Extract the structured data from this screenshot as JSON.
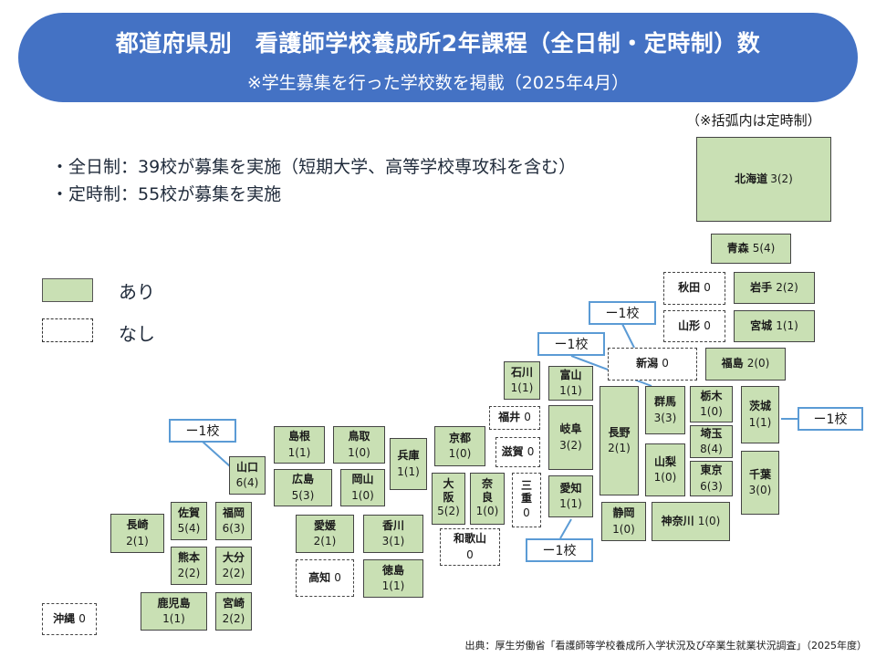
{
  "header": {
    "title": "都道府県別　看護師学校養成所2年課程（全日制・定時制）数",
    "subtitle": "※学生募集を行った学校数を掲載（2025年4月）"
  },
  "note": "（※括弧内は定時制）",
  "bullets": [
    "・全日制：39校が募集を実施（短期大学、高等学校専攻科を含む）",
    "・定時制：55校が募集を実施"
  ],
  "legend": {
    "yes_label": "あり",
    "no_label": "なし"
  },
  "prefectures": {
    "hokkaido": {
      "name": "北海道",
      "count": "3(2)"
    },
    "aomori": {
      "name": "青森",
      "count": "5(4)"
    },
    "akita": {
      "name": "秋田",
      "count": "0"
    },
    "iwate": {
      "name": "岩手",
      "count": "2(2)"
    },
    "yamagata": {
      "name": "山形",
      "count": "0"
    },
    "miyagi": {
      "name": "宮城",
      "count": "1(1)"
    },
    "niigata": {
      "name": "新潟",
      "count": "0"
    },
    "fukushima": {
      "name": "福島",
      "count": "2(0)"
    },
    "ishikawa": {
      "name": "石川",
      "count": "1(1)"
    },
    "toyama": {
      "name": "富山",
      "count": "1(1)"
    },
    "fukui": {
      "name": "福井",
      "count": "0"
    },
    "shiga": {
      "name": "滋賀",
      "count": "0"
    },
    "gifu": {
      "name": "岐阜",
      "count": "3(2)"
    },
    "nagano": {
      "name": "長野",
      "count": "2(1)"
    },
    "gunma": {
      "name": "群馬",
      "count": "3(3)"
    },
    "tochigi": {
      "name": "栃木",
      "count": "1(0)"
    },
    "ibaraki": {
      "name": "茨城",
      "count": "1(1)"
    },
    "saitama": {
      "name": "埼玉",
      "count": "8(4)"
    },
    "yamanashi": {
      "name": "山梨",
      "count": "1(0)"
    },
    "tokyo": {
      "name": "東京",
      "count": "6(3)"
    },
    "chiba": {
      "name": "千葉",
      "count": "3(0)"
    },
    "kyoto": {
      "name": "京都",
      "count": "1(0)"
    },
    "hyogo": {
      "name": "兵庫",
      "count": "1(1)"
    },
    "osaka": {
      "name": "大\n阪",
      "count": "5(2)"
    },
    "nara": {
      "name": "奈\n良",
      "count": "1(0)"
    },
    "mie": {
      "name": "三\n重",
      "count": "0"
    },
    "aichi": {
      "name": "愛知",
      "count": "1(1)"
    },
    "shizuoka": {
      "name": "静岡",
      "count": "1(0)"
    },
    "kanagawa": {
      "name": "神奈川",
      "count": "1(0)"
    },
    "wakayama": {
      "name": "和歌山",
      "count": "0"
    },
    "shimane": {
      "name": "島根",
      "count": "1(1)"
    },
    "tottori": {
      "name": "鳥取",
      "count": "1(0)"
    },
    "hiroshima": {
      "name": "広島",
      "count": "5(3)"
    },
    "okayama": {
      "name": "岡山",
      "count": "1(0)"
    },
    "yamaguchi": {
      "name": "山口",
      "count": "6(4)"
    },
    "ehime": {
      "name": "愛媛",
      "count": "2(1)"
    },
    "kagawa": {
      "name": "香川",
      "count": "3(1)"
    },
    "kochi": {
      "name": "高知",
      "count": "0"
    },
    "tokushima": {
      "name": "徳島",
      "count": "1(1)"
    },
    "nagasaki": {
      "name": "長崎",
      "count": "2(1)"
    },
    "saga": {
      "name": "佐賀",
      "count": "5(4)"
    },
    "fukuoka": {
      "name": "福岡",
      "count": "6(3)"
    },
    "kumamoto": {
      "name": "熊本",
      "count": "2(2)"
    },
    "oita": {
      "name": "大分",
      "count": "2(2)"
    },
    "kagoshima": {
      "name": "鹿児島",
      "count": "1(1)"
    },
    "miyazaki": {
      "name": "宮崎",
      "count": "2(2)"
    },
    "okinawa": {
      "name": "沖縄",
      "count": "0"
    }
  },
  "callouts": {
    "niigata": "ー1校",
    "gunma": "ー1校",
    "ibaraki": "ー1校",
    "yamaguchi": "ー1校",
    "aichi": "ー1校"
  },
  "colors": {
    "banner": "#4472c4",
    "present": "#c9e0b4",
    "callout_border": "#5b9bd5"
  },
  "source": "出典：厚生労働省「看護師等学校養成所入学状況及び卒業生就業状況調査」（2025年度）"
}
